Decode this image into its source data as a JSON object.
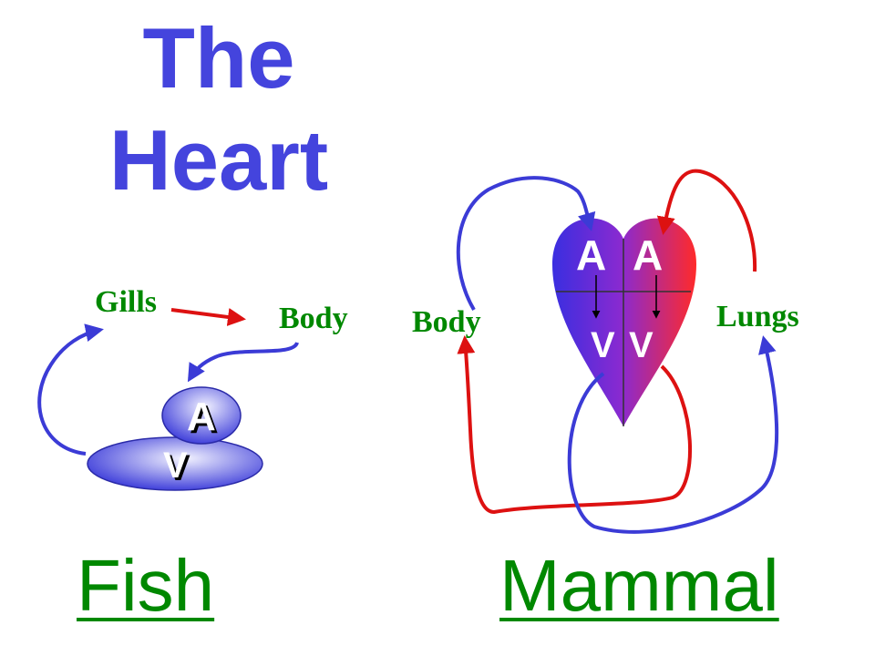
{
  "title": {
    "line1": "The",
    "line2": "Heart"
  },
  "fish": {
    "caption": "Fish",
    "labels": {
      "gills": "Gills",
      "body": "Body"
    },
    "chambers": {
      "atrium": "A",
      "ventricle": "V"
    }
  },
  "mammal": {
    "caption": "Mammal",
    "labels": {
      "body": "Body",
      "lungs": "Lungs"
    },
    "chambers": {
      "left_atrium": "A",
      "right_atrium": "A",
      "left_ventricle": "V",
      "right_ventricle": "V"
    }
  },
  "colors": {
    "title": "#4444dd",
    "label_green": "#008800",
    "deoxygenated_blue": "#3b3bd6",
    "oxygenated_red": "#dd1111"
  }
}
